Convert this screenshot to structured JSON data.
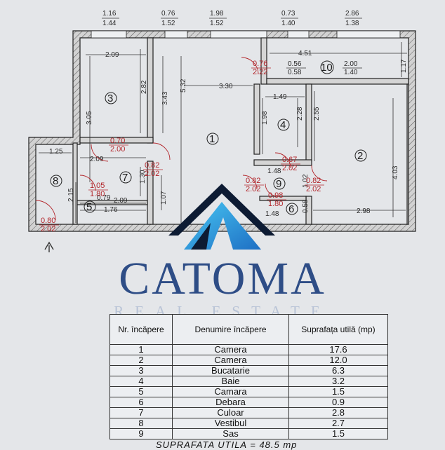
{
  "plan": {
    "top_dims": [
      {
        "a": "1.16",
        "b": "1.44"
      },
      {
        "a": "0.76",
        "b": "1.52"
      },
      {
        "a": "1.98",
        "b": "1.52"
      },
      {
        "a": "0.73",
        "b": "1.40"
      },
      {
        "a": "2.86",
        "b": "1.38"
      }
    ],
    "room_numbers": [
      "1",
      "2",
      "3",
      "4",
      "5",
      "6",
      "7",
      "8",
      "9",
      "10"
    ],
    "dims": {
      "d_209_top": "2.09",
      "d_282": "2.82",
      "d_305": "3.05",
      "d_343": "3.43",
      "d_532": "5.32",
      "d_330": "3.30",
      "d_451": "4.51",
      "d_117": "1.17",
      "d_149": "1.49",
      "d_228": "2.28",
      "d_255": "2.55",
      "d_198": "1.98",
      "d_403": "4.03",
      "d_125": "1.25",
      "d_209_mid": "2.09",
      "d_130": "1.30",
      "d_215": "2.15",
      "d_079": "0.79",
      "d_209_low": "2.09",
      "d_107": "1.07",
      "d_176": "1.76",
      "d_148_a": "1.48",
      "d_148_b": "1.48",
      "d_102": "1.02",
      "d_058": "0.58",
      "d_298": "2.98"
    },
    "doors": {
      "door_076": {
        "a": "0.76",
        "b": "2.22"
      },
      "door_056": {
        "a": "0.56",
        "b": "0.58"
      },
      "door_200": {
        "a": "2.00",
        "b": "1.40"
      },
      "door_070": {
        "a": "0.70",
        "b": "2.00"
      },
      "door_082a": {
        "a": "0.82",
        "b": "2.02"
      },
      "door_067": {
        "a": "0.67",
        "b": "2.02"
      },
      "door_105": {
        "a": "1.05",
        "b": "1.80"
      },
      "door_082b": {
        "a": "0.82",
        "b": "2.02"
      },
      "door_082c": {
        "a": "0.82",
        "b": "2.02"
      },
      "door_098": {
        "a": "0.98",
        "b": "1.80"
      },
      "door_080": {
        "a": "0.80",
        "b": "2.02"
      }
    }
  },
  "brand": {
    "name": "CATOMA",
    "tagline": "REAL ESTATE"
  },
  "table": {
    "headers": [
      "Nr. încăpere",
      "Denumire încăpere",
      "Suprafața utilă (mp)"
    ],
    "rows": [
      [
        "1",
        "Camera",
        "17.6"
      ],
      [
        "2",
        "Camera",
        "12.0"
      ],
      [
        "3",
        "Bucatarie",
        "6.3"
      ],
      [
        "4",
        "Baie",
        "3.2"
      ],
      [
        "5",
        "Camara",
        "1.5"
      ],
      [
        "6",
        "Debara",
        "0.9"
      ],
      [
        "7",
        "Culoar",
        "2.8"
      ],
      [
        "8",
        "Vestibul",
        "2.7"
      ],
      [
        "9",
        "Sas",
        "1.5"
      ]
    ],
    "total_label": "SUPRAFATA UTILA =",
    "total_value": "48.5 mp"
  }
}
